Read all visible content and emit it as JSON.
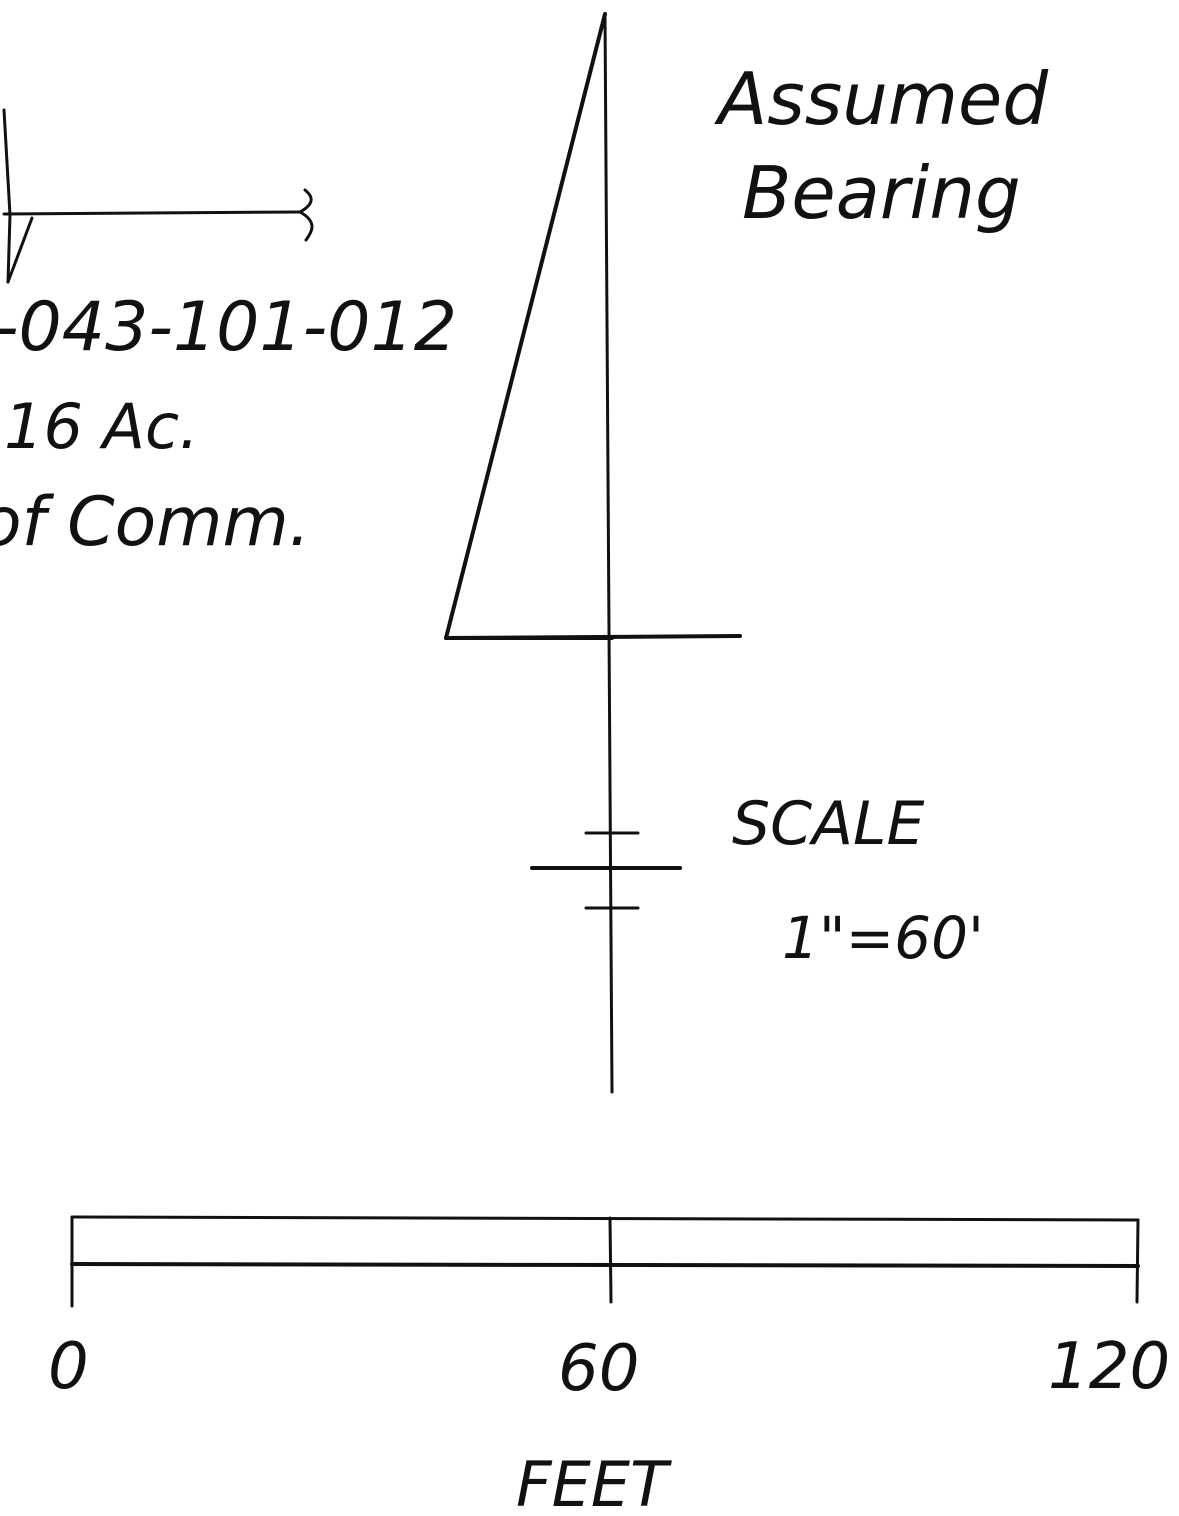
{
  "parcel": {
    "number": "-043-101-012",
    "area": "16 Ac.",
    "commencement": "of Comm."
  },
  "north_arrow": {
    "label_line1": "Assumed",
    "label_line2": "Bearing"
  },
  "scale_note": {
    "label": "SCALE",
    "ratio": "1\"=60'"
  },
  "scale_bar": {
    "ticks": [
      "0",
      "60",
      "120"
    ],
    "unit": "FEET"
  },
  "colors": {
    "ink": "#111111",
    "paper": "#ffffff"
  }
}
